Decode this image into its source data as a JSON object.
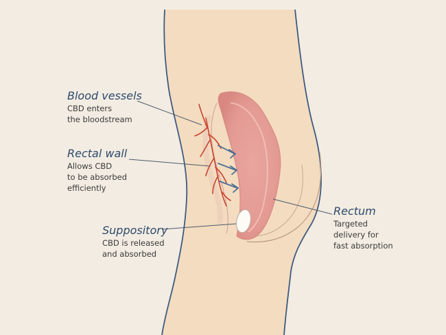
{
  "labels": {
    "blood_vessels": {
      "title": "Blood vessels",
      "lines": [
        "CBD enters",
        "the bloodstream"
      ]
    },
    "rectal_wall": {
      "title": "Rectal wall",
      "lines": [
        "Allows CBD",
        "to be absorbed",
        "efficiently"
      ]
    },
    "suppository": {
      "title": "Suppository",
      "lines": [
        "CBD is released",
        "and absorbed"
      ]
    },
    "rectum": {
      "title": "Rectum",
      "lines": [
        "Targeted",
        "delivery for",
        "fast absorption"
      ]
    }
  },
  "colors": {
    "background": "#f3ece2",
    "skin": "#f4dcc0",
    "outline": "#3d5a80",
    "rectum": "#e8a59e",
    "vessels": "#c8432f",
    "arrows": "#4a6e96",
    "suppository": "#fdfbf6"
  }
}
